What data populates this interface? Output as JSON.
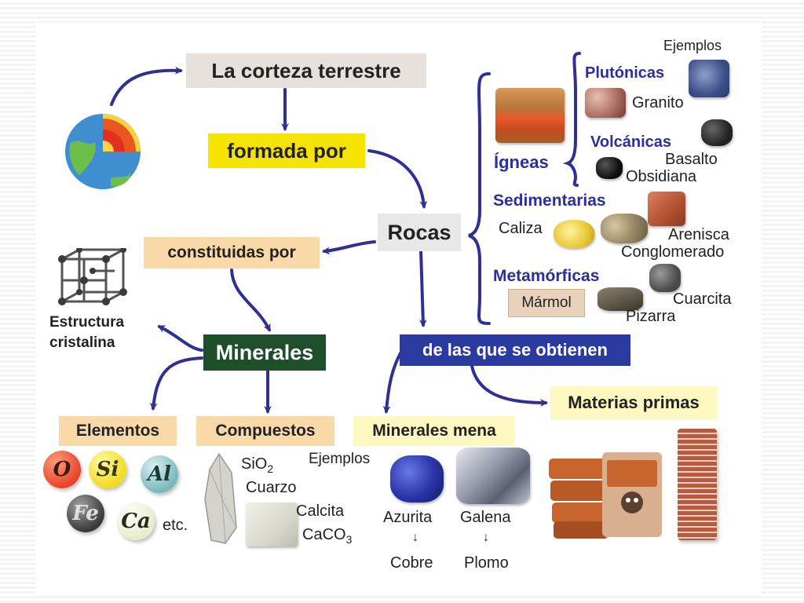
{
  "concepts": {
    "corteza": "La corteza terrestre",
    "formada": "formada por",
    "rocas": "Rocas",
    "constituidas": "constituidas por",
    "estructura_line1": "Estructura",
    "estructura_line2": "cristalina",
    "minerales": "Minerales",
    "obtienen": "de las que se obtienen",
    "elementos": "Elementos",
    "compuestos": "Compuestos",
    "mena": "Minerales mena",
    "materias": "Materias primas"
  },
  "rock_types": {
    "ejemplos": "Ejemplos",
    "plutonicas": "Plutónicas",
    "granito": "Granito",
    "volcanicas": "Volcánicas",
    "basalto": "Basalto",
    "obsidiana": "Obsidiana",
    "igneas": "Ígneas",
    "sedimentarias": "Sedimentarias",
    "caliza": "Caliza",
    "arenisca": "Arenisca",
    "conglomerado": "Conglomerado",
    "metamorficas": "Metamórficas",
    "marmol": "Mármol",
    "cuarcita": "Cuarcita",
    "pizarra": "Pizarra"
  },
  "elements": {
    "o": "O",
    "si": "Si",
    "al": "Al",
    "fe": "Fe",
    "ca": "Ca",
    "etc": "etc."
  },
  "compounds": {
    "sio2": "SiO",
    "sio2_sub": "2",
    "cuarzo": "Cuarzo",
    "calcita": "Calcita",
    "caco3": "CaCO",
    "caco3_sub": "3"
  },
  "ores": {
    "ejemplos": "Ejemplos",
    "azurita": "Azurita",
    "galena": "Galena",
    "cobre": "Cobre",
    "plomo": "Plomo",
    "arrow": "↓"
  },
  "colors": {
    "arrow": "#2e3192",
    "highlight_yellow": "#f5e400",
    "concept_grey": "#e6e1da",
    "concept_peach": "#f9d9a8",
    "minerales_green": "#1f4f2a",
    "obtienen_blue": "#2a3a9e",
    "pale_yellow": "#fdf7c0"
  }
}
